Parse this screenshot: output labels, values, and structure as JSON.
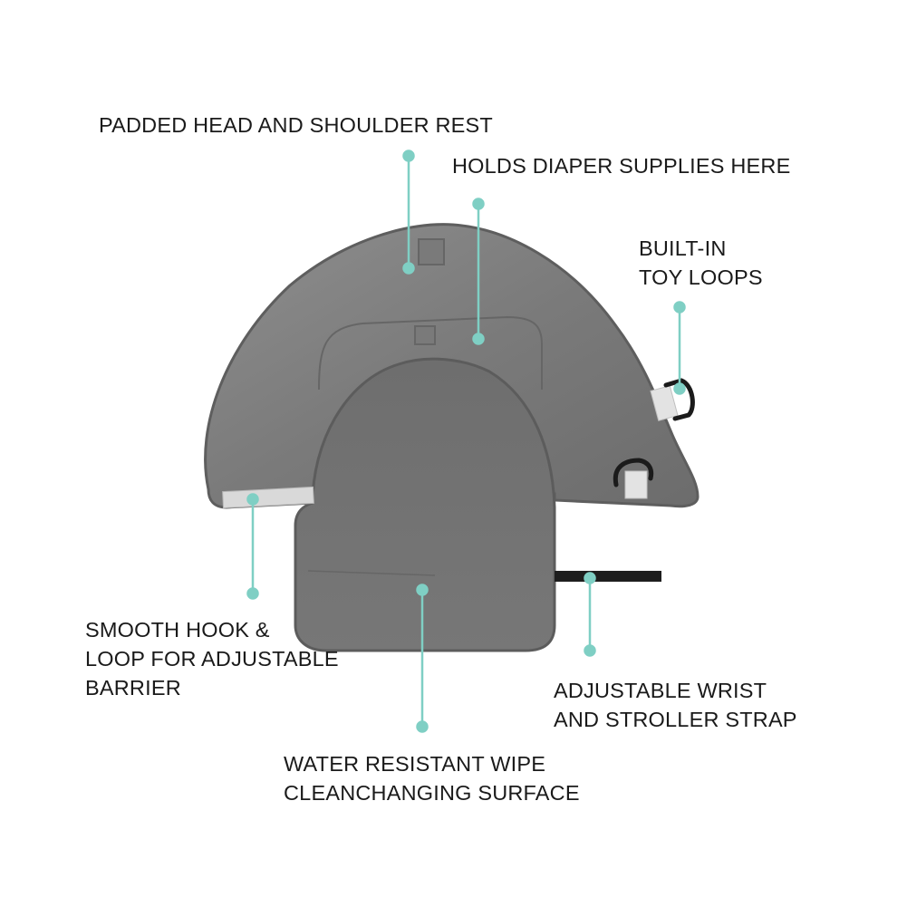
{
  "product": {
    "name": "portable changing mat",
    "mat_color": "#7d7d7d",
    "callout_color": "#7fcfc4"
  },
  "callouts": [
    {
      "id": "head-rest",
      "lines": [
        "PADDED HEAD AND SHOULDER REST"
      ]
    },
    {
      "id": "diaper-pocket",
      "lines": [
        "HOLDS DIAPER SUPPLIES HERE"
      ]
    },
    {
      "id": "toy-loops",
      "lines": [
        "BUILT-IN",
        "TOY LOOPS"
      ]
    },
    {
      "id": "hook-loop",
      "lines": [
        "SMOOTH HOOK &",
        "LOOP FOR ADJUSTABLE",
        "BARRIER"
      ]
    },
    {
      "id": "wrist-strap",
      "lines": [
        "ADJUSTABLE WRIST",
        "AND STROLLER STRAP"
      ]
    },
    {
      "id": "surface",
      "lines": [
        "WATER RESISTANT WIPE",
        "CLEANCHANGING SURFACE"
      ]
    }
  ]
}
